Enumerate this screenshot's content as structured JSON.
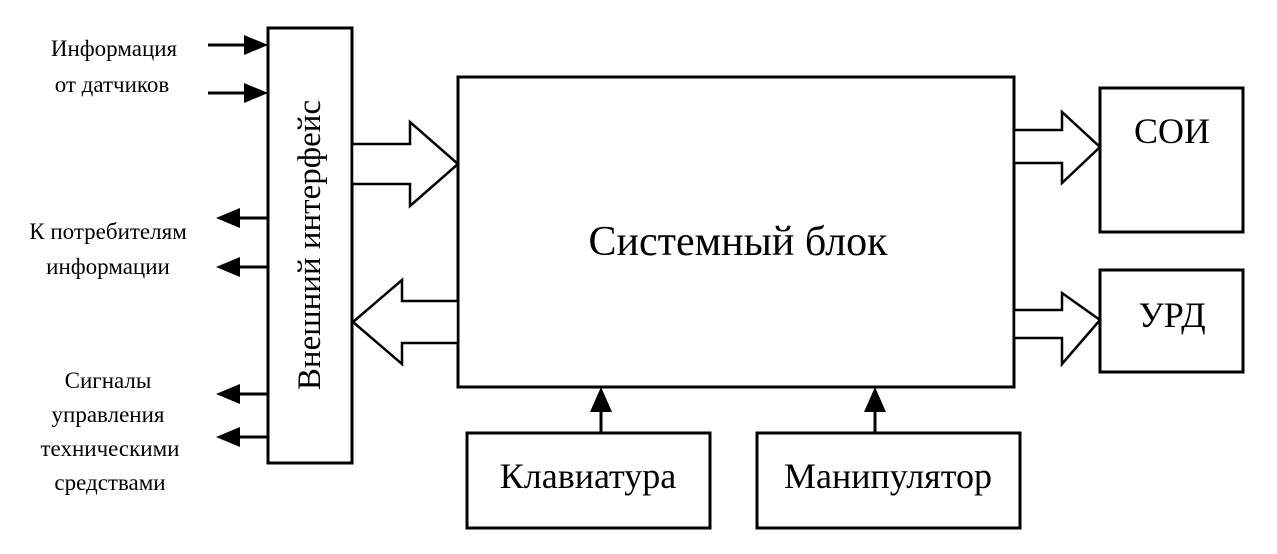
{
  "system_unit": "Системный  блок",
  "external_interface": "Внешний  интерфейс",
  "soi": "СОИ",
  "urd": "УРД",
  "keyboard": "Клавиатура",
  "manipulator": "Манипулятор",
  "sensor_info": {
    "line1": "Информация",
    "line2": "от датчиков"
  },
  "consumers": {
    "line1": "К потребителям",
    "line2": "информации"
  },
  "control_signals": {
    "line1": "Сигналы",
    "line2": "управления",
    "line3": "техническими",
    "line4": "средствами"
  }
}
